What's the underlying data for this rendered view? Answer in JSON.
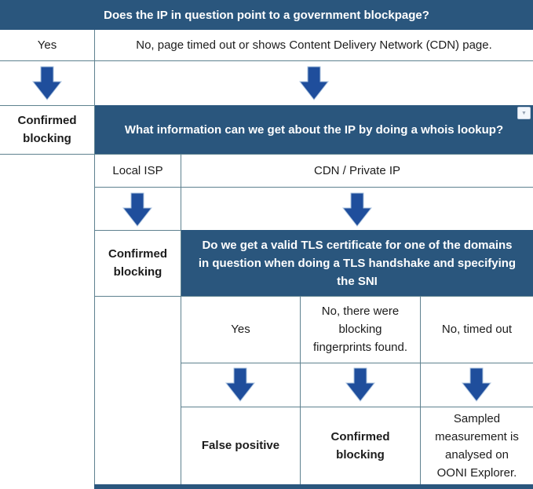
{
  "colors": {
    "question_header_bg": "#2a567d",
    "question_header_text": "#ffffff",
    "arrow_fill": "#1f4e9c",
    "arrow_outline": "#a9c1de",
    "cell_border": "#5e818f",
    "body_text": "#1c1c1c"
  },
  "table": {
    "q1": {
      "title": "Does the IP in question point to a government blockpage?",
      "answer_yes": "Yes",
      "answer_no": "No, page timed out or shows Content Delivery Network (CDN) page.",
      "yes_result": "Confirmed blocking"
    },
    "q2": {
      "title": "What information can we get about the IP by doing a whois lookup?",
      "answer_local_isp": "Local ISP",
      "answer_cdn": "CDN / Private IP",
      "local_isp_result": "Confirmed blocking"
    },
    "q3": {
      "title": "Do we get a valid TLS certificate for one of the domains in question when doing a TLS handshake and specifying the SNI",
      "answer_yes": "Yes",
      "answer_fingerprints": "No, there were blocking fingerprints found.",
      "answer_timeout": "No, timed out",
      "yes_result": "False positive",
      "fingerprints_result": "Confirmed blocking",
      "timeout_result": "Sampled measurement is analysed on OONI Explorer."
    }
  },
  "icons": {
    "table_dropdown": "▼"
  }
}
